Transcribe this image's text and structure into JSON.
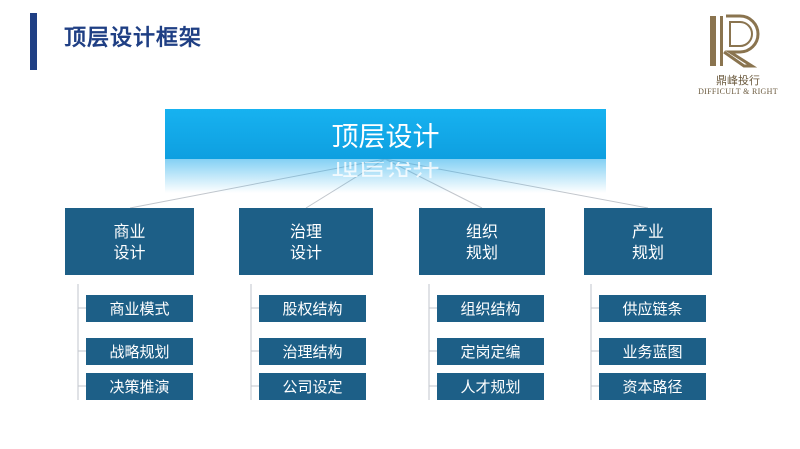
{
  "title": "顶层设计框架",
  "logo": {
    "cn": "鼎峰投行",
    "en": "DIFFICULT & RIGHT",
    "accent": "#8a744f"
  },
  "colors": {
    "title": "#1f3f84",
    "top_box": "#0e9fe0",
    "box": "#1d5f87",
    "line": "#b8bcc2"
  },
  "top": {
    "label": "顶层设计"
  },
  "categories": [
    {
      "line1": "商业",
      "line2": "设计",
      "items": [
        "商业模式",
        "战略规划",
        "决策推演"
      ]
    },
    {
      "line1": "治理",
      "line2": "设计",
      "items": [
        "股权结构",
        "治理结构",
        "公司设定"
      ]
    },
    {
      "line1": "组织",
      "line2": "规划",
      "items": [
        "组织结构",
        "定岗定编",
        "人才规划"
      ]
    },
    {
      "line1": "产业",
      "line2": "规划",
      "items": [
        "供应链条",
        "业务蓝图",
        "资本路径"
      ]
    }
  ]
}
